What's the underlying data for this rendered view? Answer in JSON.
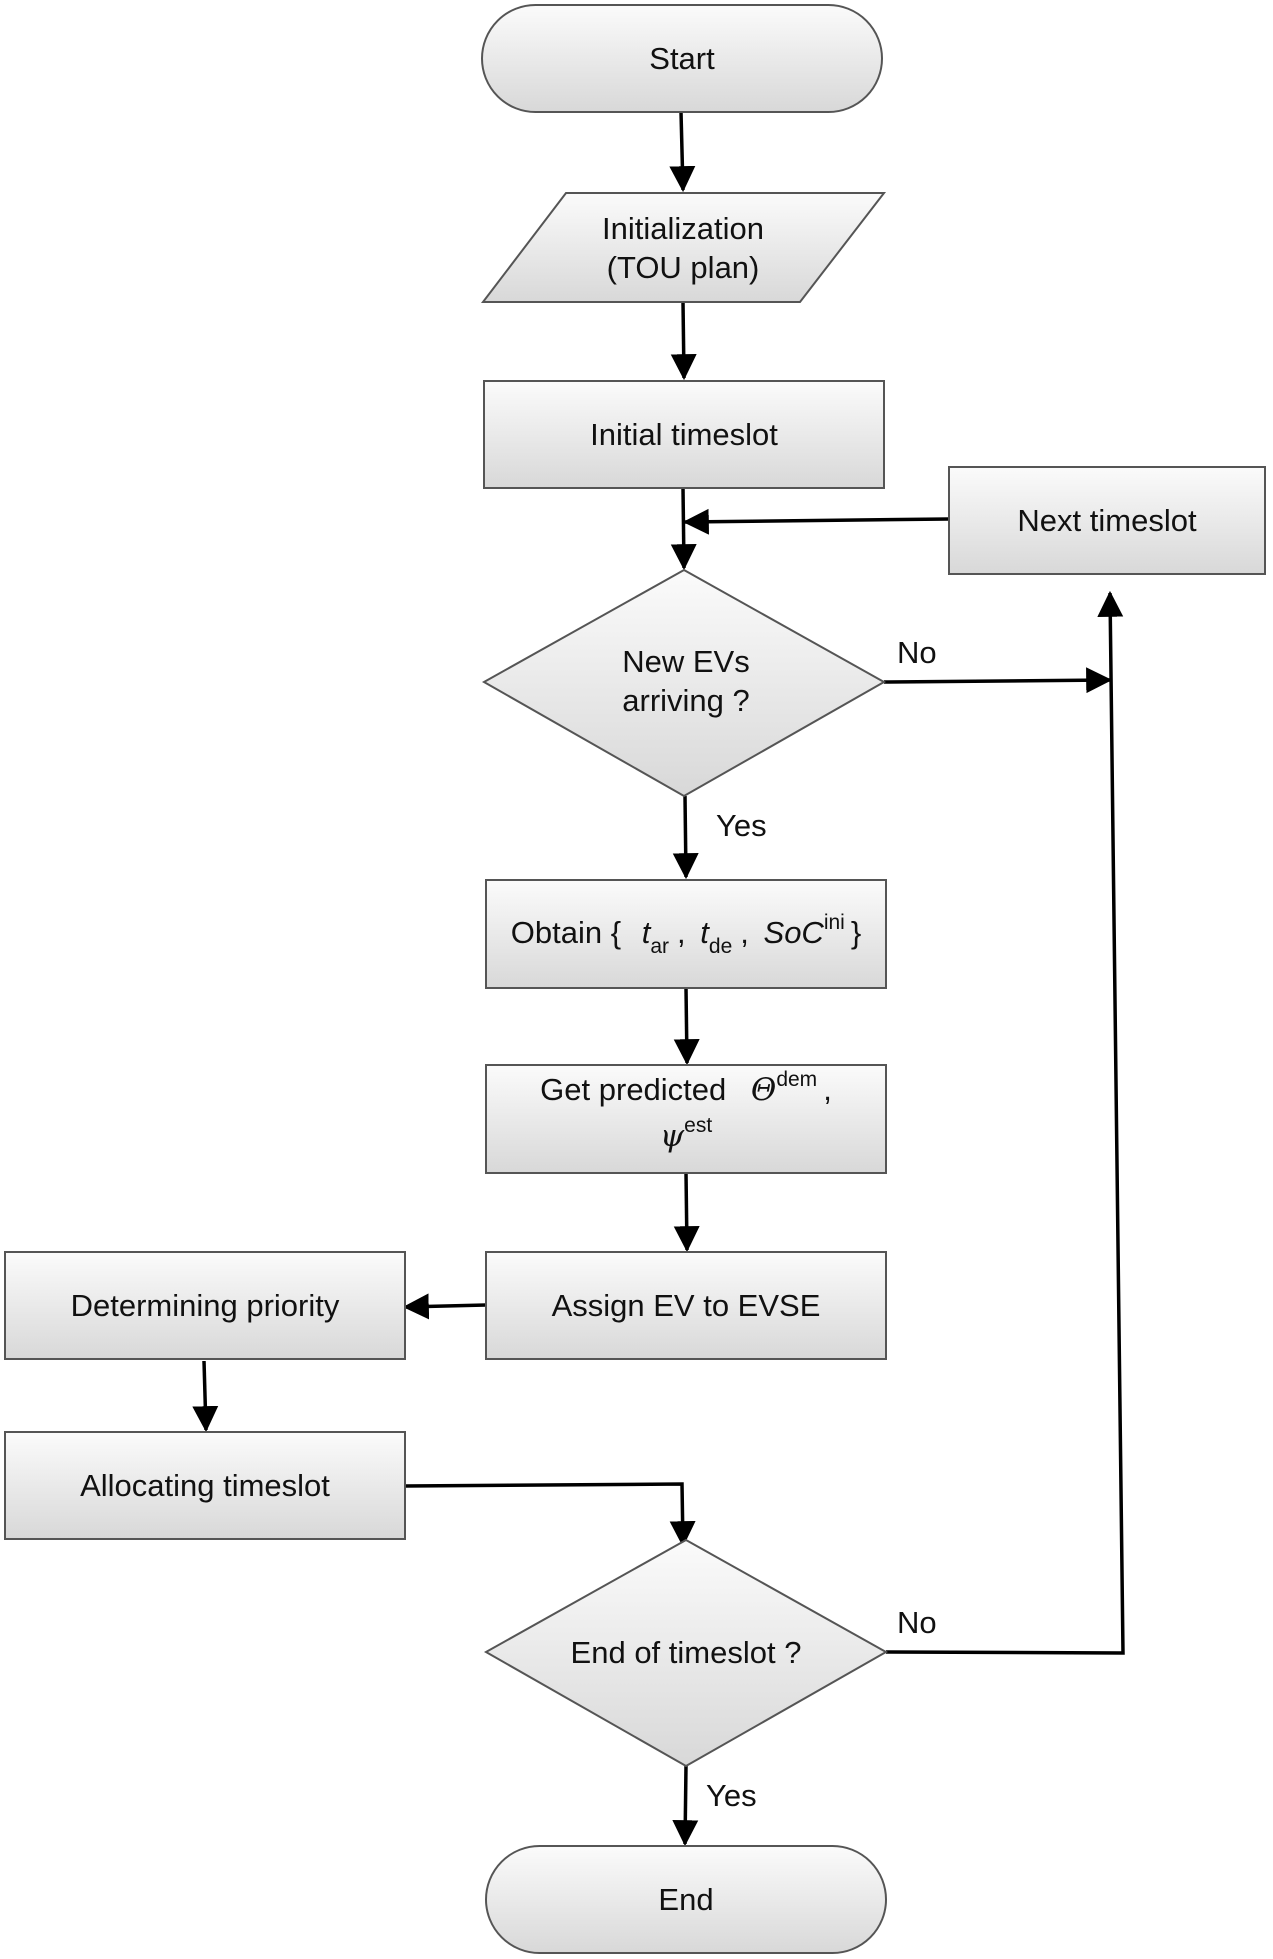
{
  "nodes": {
    "start": "Start",
    "init_line1": "Initialization",
    "init_line2": "(TOU plan)",
    "initial_timeslot": "Initial timeslot",
    "next_timeslot": "Next timeslot",
    "new_evs_line1": "New EVs",
    "new_evs_line2": "arriving ?",
    "obtain": {
      "prefix": "Obtain {",
      "t": "t",
      "ar": "ar",
      "sep1": ",",
      "de": "de",
      "sep2": ",",
      "soc": "SoC",
      "ini": "ini",
      "suffix": "}"
    },
    "predicted": {
      "line1_prefix": "Get  predicted",
      "theta": "Θ",
      "dem": "dem",
      "comma": ",",
      "psi": "ψ",
      "est": "est"
    },
    "assign": "Assign EV to EVSE",
    "determining": "Determining priority",
    "allocating": "Allocating timeslot",
    "end_timeslot": "End of timeslot ?",
    "end": "End"
  },
  "edge_labels": {
    "no_new_evs": "No",
    "yes_new_evs": "Yes",
    "no_end_timeslot": "No",
    "yes_end_timeslot": "Yes"
  }
}
